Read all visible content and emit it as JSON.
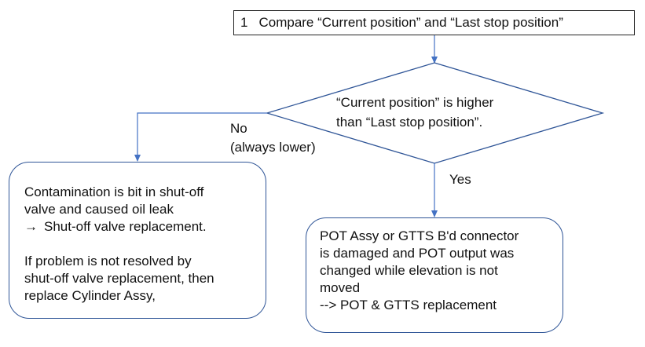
{
  "step": {
    "number": "1",
    "text": "Compare “Current position” and “Last stop position”"
  },
  "decision": {
    "line1": "“Current position” is higher",
    "line2": "than “Last stop position”."
  },
  "branches": {
    "no_label": "No",
    "no_sublabel": "(always lower)",
    "yes_label": "Yes"
  },
  "left_box": {
    "line1": "Contamination is bit in shut-off",
    "line2": "valve and caused oil leak",
    "line3_arrow": "→",
    "line3": "Shut-off valve replacement.",
    "line4": "If problem is not resolved by",
    "line5": "shut-off valve replacement, then",
    "line6": "replace Cylinder Assy,"
  },
  "right_box": {
    "line1": "POT Assy or GTTS B'd connector",
    "line2": "is damaged and POT output was",
    "line3": "changed while elevation is not",
    "line4": "moved",
    "line5": "--> POT & GTTS replacement"
  },
  "colors": {
    "connector": "#4472c4",
    "box_border": "#2f5597",
    "step_border": "#222222",
    "text": "#111111"
  }
}
